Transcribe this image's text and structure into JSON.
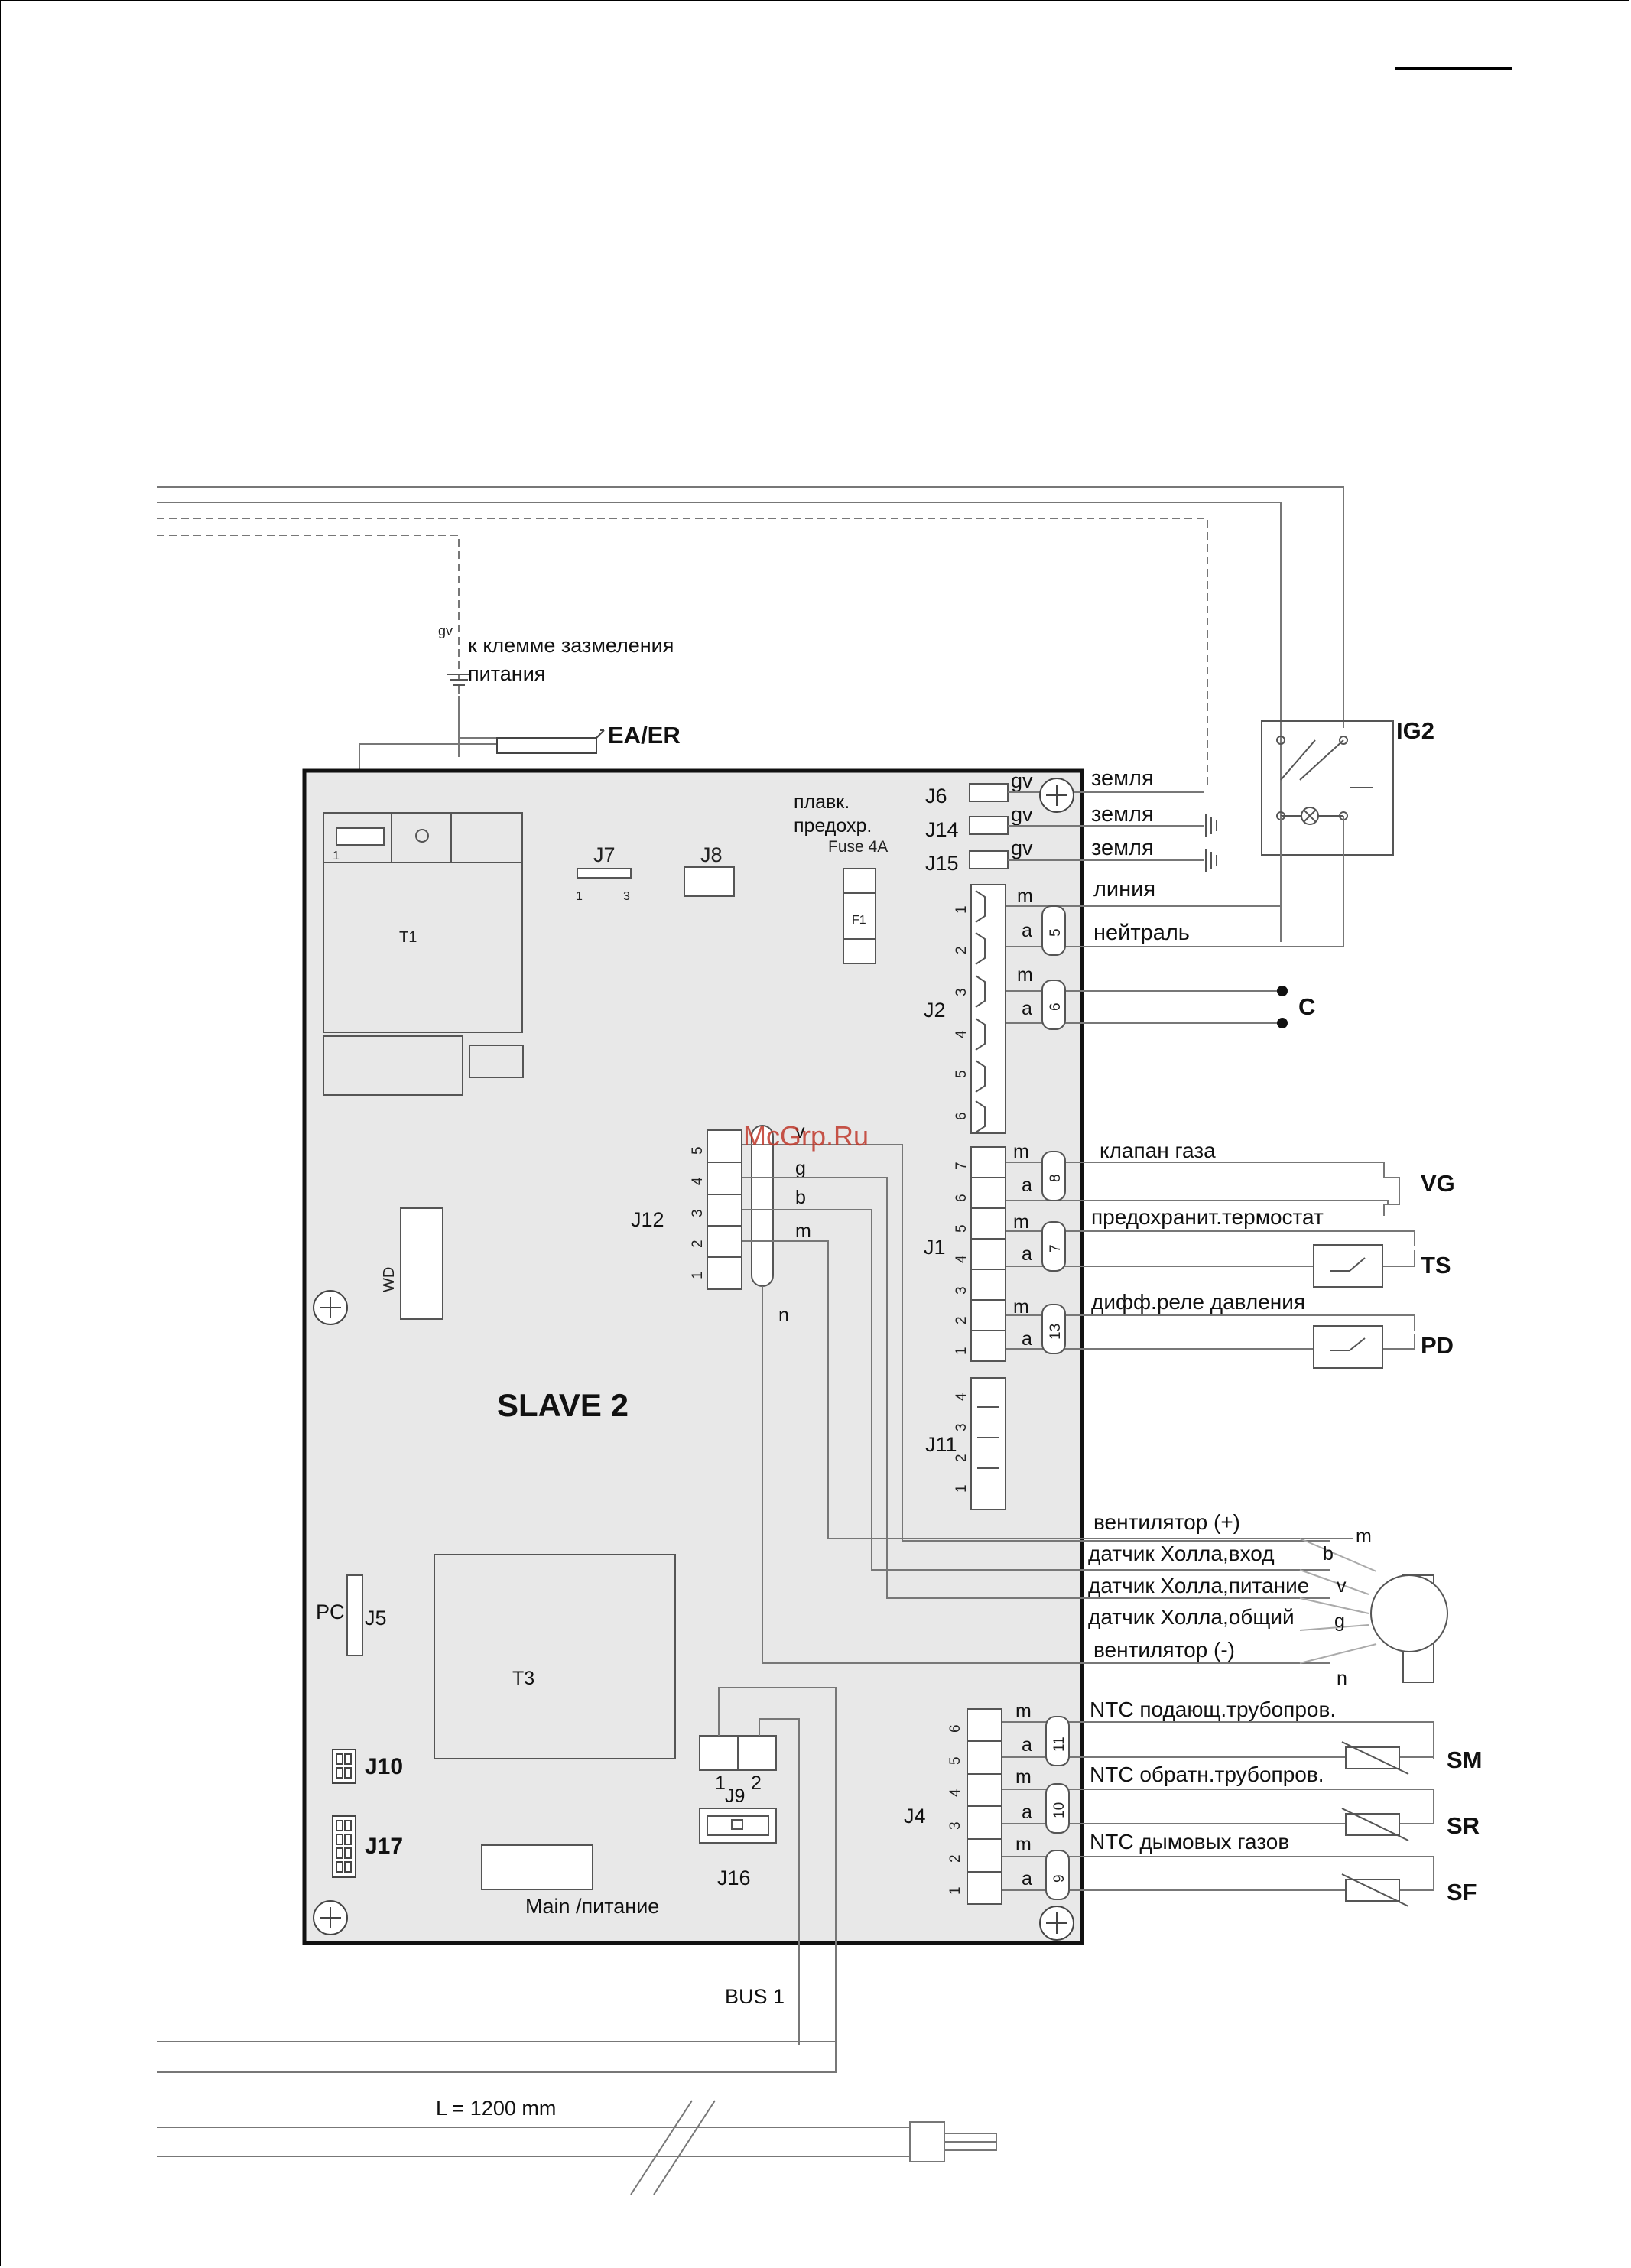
{
  "board": {
    "title": "SLAVE 2",
    "fill": "#e8e8e8",
    "transformer_t1": "T1",
    "transformer_t3": "T3",
    "wd": "WD",
    "pc": "PC",
    "j5": "J5",
    "j7": "J7",
    "j7_pin1": "1",
    "j7_pin3": "3",
    "j8": "J8",
    "j9": "J9",
    "j9_pin1": "1",
    "j9_pin2": "2",
    "j10": "J10",
    "j16": "J16",
    "j17": "J17",
    "main_power": "Main /питание",
    "t1_pin1": "1",
    "fuse_label_1": "плавк.",
    "fuse_label_2": "предохр.",
    "fuse_rating": "Fuse 4A",
    "fuse_id": "F1"
  },
  "top": {
    "gv": "gv",
    "earth_note_1": "к клемме зазмеления",
    "earth_note_2": "питания",
    "ea_er": "EA/ER",
    "ig2": "IG2"
  },
  "ground_connectors": [
    {
      "id": "J6",
      "code": "gv",
      "label": "земля"
    },
    {
      "id": "J14",
      "code": "gv",
      "label": "земля"
    },
    {
      "id": "J15",
      "code": "gv",
      "label": "земля"
    }
  ],
  "j2": {
    "id": "J2",
    "pins": [
      "1",
      "2",
      "3",
      "4",
      "5",
      "6"
    ],
    "wires": [
      {
        "code": "m",
        "label": "линия"
      },
      {
        "code": "a",
        "label": "нейтраль"
      },
      {
        "code": "m",
        "label": ""
      },
      {
        "code": "a",
        "label": ""
      }
    ],
    "clamp_numbers": [
      "5",
      "6"
    ],
    "c_component": "C"
  },
  "j1": {
    "id": "J1",
    "pins": [
      "7",
      "6",
      "5",
      "4",
      "3",
      "2",
      "1"
    ],
    "wires": [
      {
        "code": "m",
        "label": "клапан газа"
      },
      {
        "code": "a",
        "label": ""
      },
      {
        "code": "m",
        "label": "предохранит.термостат"
      },
      {
        "code": "a",
        "label": ""
      },
      {
        "code": "m",
        "label": "дифф.реле давления"
      },
      {
        "code": "a",
        "label": ""
      }
    ],
    "clamp_numbers": [
      "8",
      "7",
      "13"
    ],
    "components": [
      "VG",
      "TS",
      "PD"
    ]
  },
  "j11": {
    "id": "J11",
    "pins": [
      "4",
      "3",
      "2",
      "1"
    ]
  },
  "j12": {
    "id": "J12",
    "pins": [
      "5",
      "4",
      "3",
      "2",
      "1"
    ],
    "wire_codes": [
      "v",
      "g",
      "b",
      "m",
      "n"
    ]
  },
  "fan": {
    "labels": [
      "вентилятор (+)",
      "датчик Холла,вход",
      "датчик Холла,питание",
      "датчик Холла,общий",
      "вентилятор (-)"
    ],
    "codes": [
      "m",
      "b",
      "v",
      "g",
      "n"
    ]
  },
  "j4": {
    "id": "J4",
    "pins": [
      "6",
      "5",
      "4",
      "3",
      "2",
      "1"
    ],
    "wires": [
      {
        "code": "m",
        "label": "NTC подающ.трубопров."
      },
      {
        "code": "a",
        "label": ""
      },
      {
        "code": "m",
        "label": "NTC обратн.трубопров."
      },
      {
        "code": "a",
        "label": ""
      },
      {
        "code": "m",
        "label": "NTC дымовых газов"
      },
      {
        "code": "a",
        "label": ""
      }
    ],
    "clamp_numbers": [
      "11",
      "10",
      "9"
    ],
    "components": [
      "SM",
      "SR",
      "SF"
    ]
  },
  "bottom": {
    "bus": "BUS 1",
    "length": "L = 1200 mm"
  },
  "watermark": "McGrp.Ru"
}
